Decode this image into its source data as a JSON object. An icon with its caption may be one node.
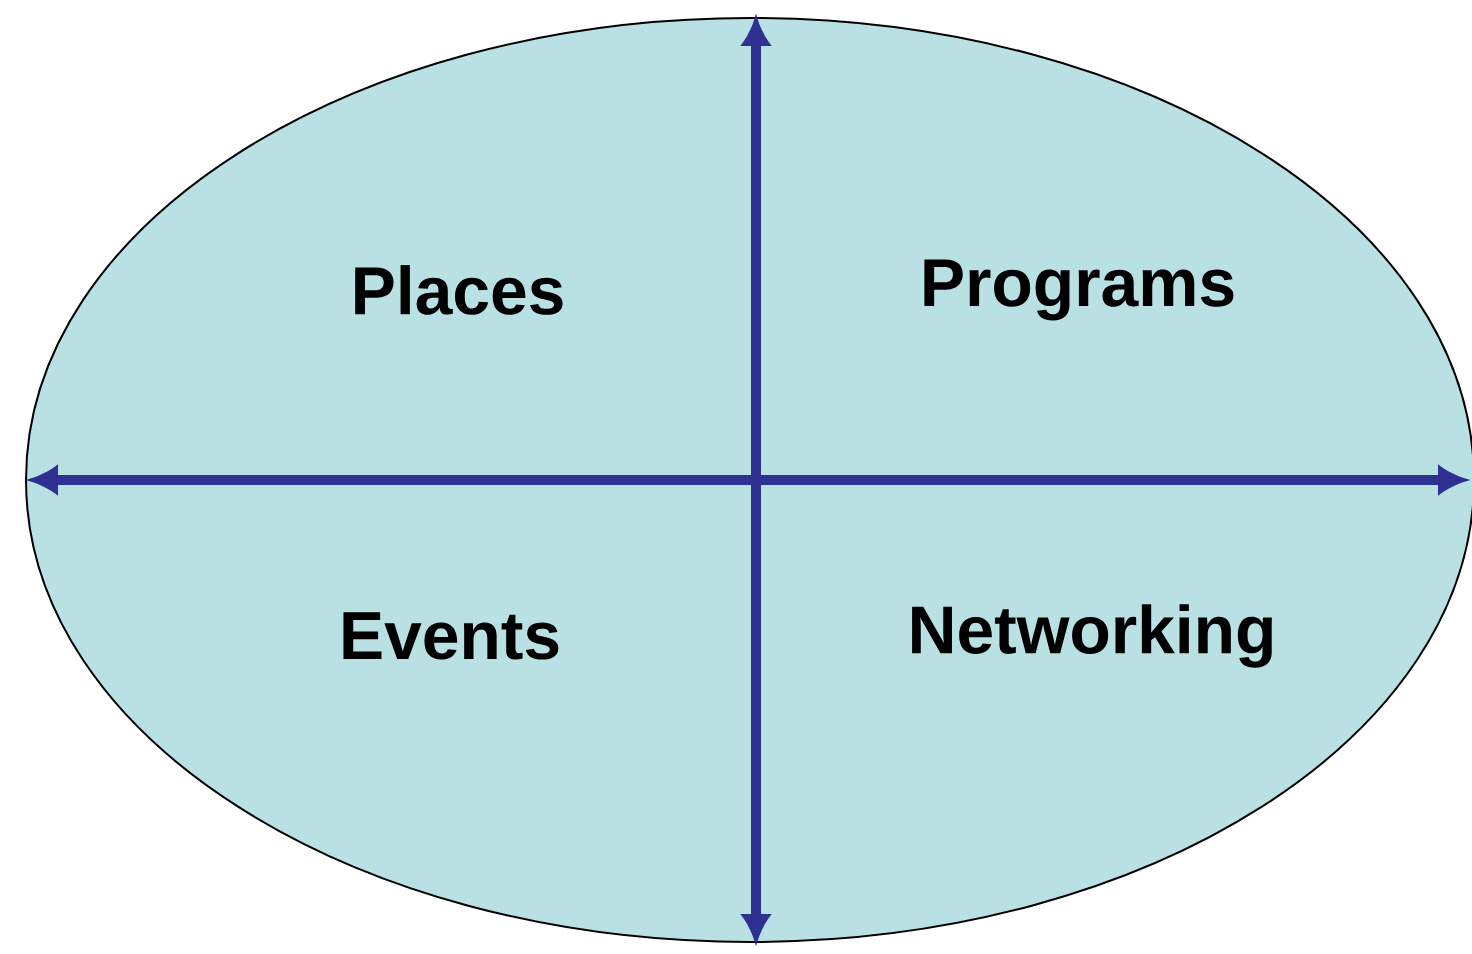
{
  "diagram": {
    "nodes": [
      {
        "text": [
          "Places",
          "Programs",
          "Events",
          "Networking"
        ]
      }
    ]
  }
}
